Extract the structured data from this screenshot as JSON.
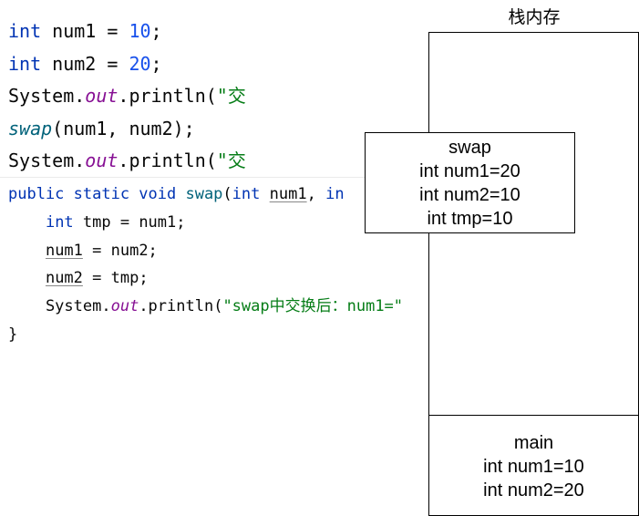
{
  "stack_title": "栈内存",
  "code_top": [
    [
      {
        "t": "int",
        "c": "kw"
      },
      {
        "t": " num1 = "
      },
      {
        "t": "10",
        "c": "num"
      },
      {
        "t": ";"
      }
    ],
    [
      {
        "t": "int",
        "c": "kw"
      },
      {
        "t": " num2 = "
      },
      {
        "t": "20",
        "c": "num"
      },
      {
        "t": ";"
      }
    ],
    [
      {
        "t": "System."
      },
      {
        "t": "out",
        "c": "field"
      },
      {
        "t": ".println("
      },
      {
        "t": "\"交",
        "c": "str"
      }
    ],
    [
      {
        "t": "swap",
        "c": "fn-i"
      },
      {
        "t": "(num1, num2);"
      }
    ],
    [
      {
        "t": "System."
      },
      {
        "t": "out",
        "c": "field"
      },
      {
        "t": ".println("
      },
      {
        "t": "\"交",
        "c": "str"
      }
    ]
  ],
  "code_method": [
    [
      {
        "t": "public static void ",
        "c": "kw"
      },
      {
        "t": "swap",
        "c": "fn"
      },
      {
        "t": "("
      },
      {
        "t": "int",
        "c": "kw"
      },
      {
        "t": " "
      },
      {
        "t": "num1",
        "c": "ul"
      },
      {
        "t": ", "
      },
      {
        "t": "in",
        "c": "kw"
      }
    ],
    [
      {
        "t": "    "
      },
      {
        "t": "int",
        "c": "kw"
      },
      {
        "t": " tmp = num1;"
      }
    ],
    [
      {
        "t": "    "
      },
      {
        "t": "num1",
        "c": "ul"
      },
      {
        "t": " = num2;"
      }
    ],
    [
      {
        "t": "    "
      },
      {
        "t": "num2",
        "c": "ul"
      },
      {
        "t": " = tmp;"
      }
    ],
    [
      {
        "t": "    System."
      },
      {
        "t": "out",
        "c": "field"
      },
      {
        "t": ".println("
      },
      {
        "t": "\"swap中交换后：num1=\"",
        "c": "str"
      }
    ],
    [
      {
        "t": "}"
      }
    ]
  ],
  "frames": {
    "swap": {
      "title": "swap",
      "lines": [
        "int num1=20",
        "int num2=10",
        "int tmp=10"
      ]
    },
    "main": {
      "title": "main",
      "lines": [
        "int num1=10",
        "int num2=20"
      ]
    }
  }
}
